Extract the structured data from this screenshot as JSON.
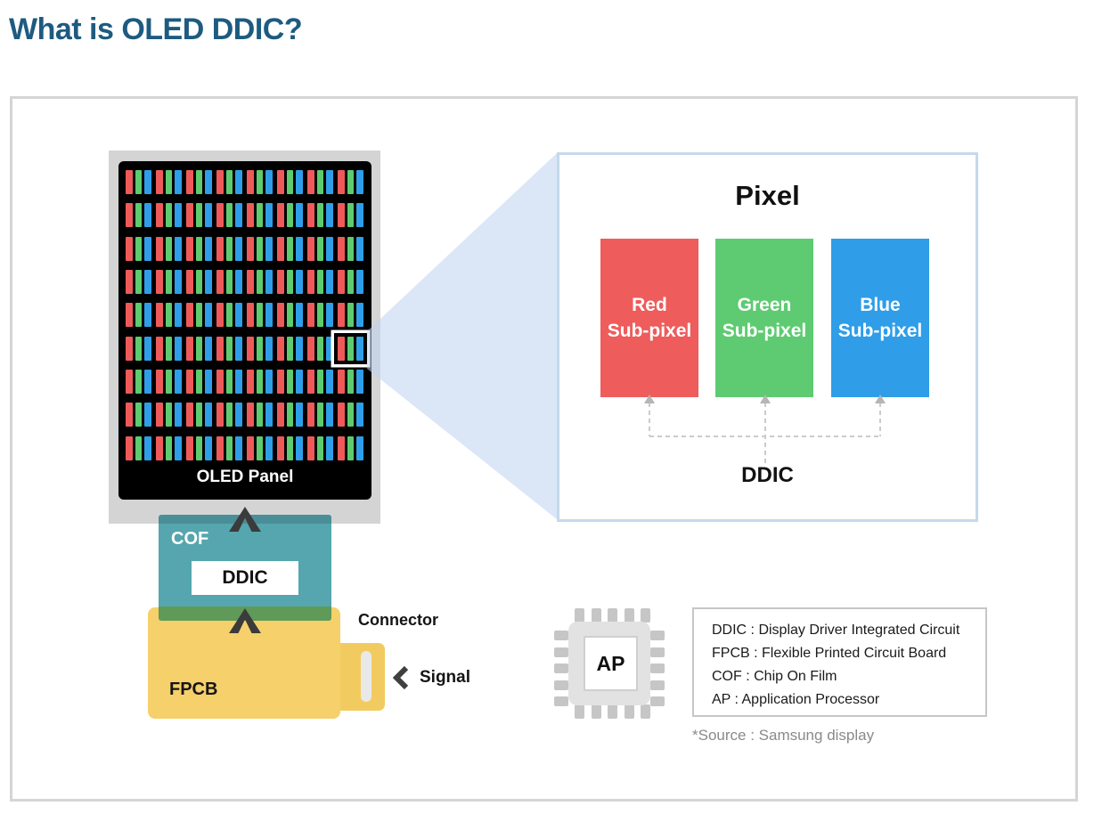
{
  "title": "What is OLED DDIC?",
  "panel": {
    "label": "OLED Panel",
    "grid": {
      "rows": 9,
      "cols": 8,
      "sub_pixel_colors": [
        "#ee5a5a",
        "#5ecb6e",
        "#2f9ee8"
      ],
      "highlight": {
        "row": 6,
        "col": 8
      }
    }
  },
  "pixel_box": {
    "title": "Pixel",
    "sub_pixels": [
      {
        "name": "Red",
        "label": "Sub-pixel",
        "color": "#ee5c5c"
      },
      {
        "name": "Green",
        "label": "Sub-pixel",
        "color": "#5ecb72"
      },
      {
        "name": "Blue",
        "label": "Sub-pixel",
        "color": "#2f9de8"
      }
    ],
    "ddic_label": "DDIC"
  },
  "cof": {
    "label": "COF",
    "chip_label": "DDIC",
    "color": "#55a6ae",
    "overlap_top_color": "#4a8e98",
    "overlap_bottom_color": "#5f9a59"
  },
  "fpcb": {
    "label": "FPCB",
    "color": "#f6d06a"
  },
  "connector_label": "Connector",
  "signal_label": "Signal",
  "ap": {
    "label": "AP"
  },
  "legend": {
    "items": [
      "DDIC : Display Driver Integrated Circuit",
      "FPCB : Flexible Printed Circuit Board",
      "COF : Chip On Film",
      "AP : Application Processor"
    ]
  },
  "source_note": "*Source : Samsung display",
  "colors": {
    "title_text": "#1d5b80",
    "frame_border": "#d5d5d5",
    "panel_housing": "#d4d4d4",
    "panel_bg": "#000000",
    "cone_fill": "#dde9f6",
    "pixel_box_border": "#c5d9ec",
    "chevron": "#3b3b3b",
    "connector_tab": "#f2cb60",
    "ap_body": "#e2e2e2",
    "ap_pin": "#c6c6c6",
    "legend_border": "#c6c6c6",
    "source_text": "#8a8a8a",
    "dashed_line": "#cbcbcb",
    "dashed_arrowhead": "#b5b5b5"
  }
}
